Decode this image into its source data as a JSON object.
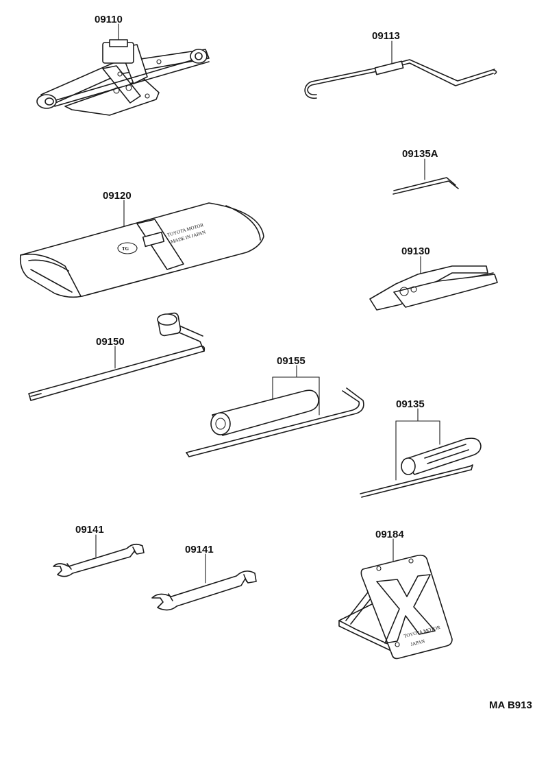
{
  "parts": [
    {
      "id": "jack",
      "label": "09110"
    },
    {
      "id": "jack-handle",
      "label": "09113"
    },
    {
      "id": "tool-bag",
      "label": "09120"
    },
    {
      "id": "screwdriver-bit",
      "label": "09135A"
    },
    {
      "id": "pliers",
      "label": "09130"
    },
    {
      "id": "lug-wrench",
      "label": "09150"
    },
    {
      "id": "plug-wrench",
      "label": "09155"
    },
    {
      "id": "screwdriver",
      "label": "09135"
    },
    {
      "id": "wrench-small",
      "label": "09141"
    },
    {
      "id": "wrench-large",
      "label": "09141"
    },
    {
      "id": "warning-triangle",
      "label": "09184"
    }
  ],
  "markings": {
    "tool_bag_text": "TOYOTA MOTOR",
    "tool_bag_text2": "MADE IN JAPAN",
    "tool_bag_logo": "TG",
    "stand_text": "TOYOTA MOTOR",
    "stand_text2": "JAPAN"
  },
  "figure_code": "MA B913",
  "colors": {
    "line": "#1a1a1a",
    "background": "#ffffff"
  }
}
